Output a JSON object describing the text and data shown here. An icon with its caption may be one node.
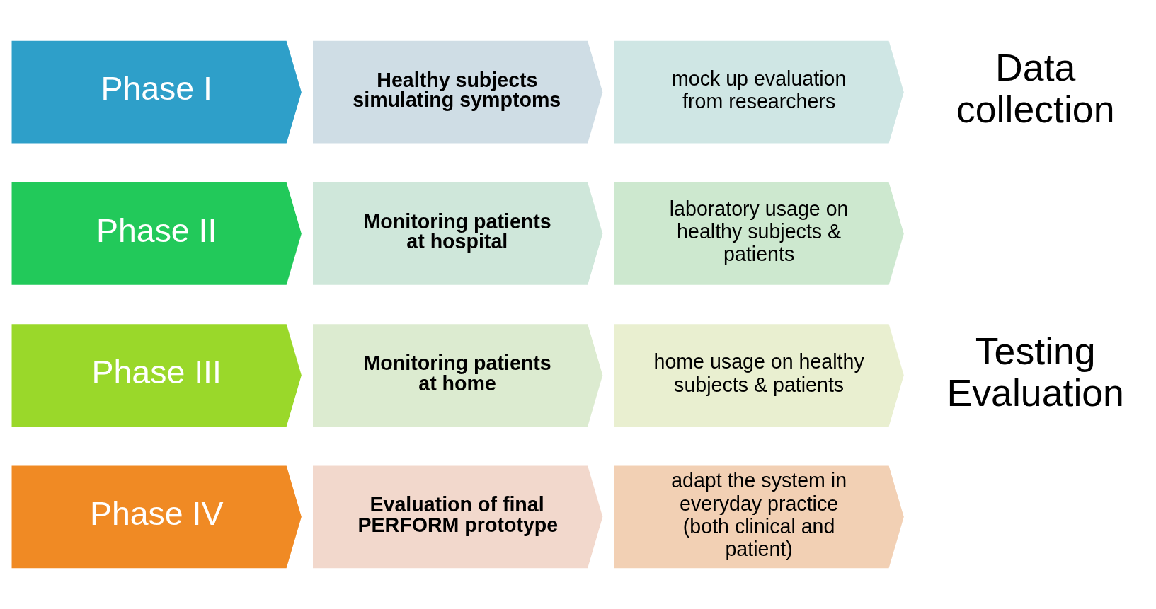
{
  "diagram": {
    "nodes": [
      {
        "text": [
          "Phase I"
        ]
      },
      {
        "text": [
          "Healthy subjects simulating symptoms"
        ]
      },
      {
        "text": [
          "mock up evaluation from researchers"
        ]
      },
      {
        "text": [
          "Phase II"
        ]
      },
      {
        "text": [
          "Monitoring patients at hospital"
        ]
      },
      {
        "text": [
          "laboratory usage on healthy subjects & patients"
        ]
      },
      {
        "text": [
          "Phase III"
        ]
      },
      {
        "text": [
          "Monitoring patients at home"
        ]
      },
      {
        "text": [
          "home usage on healthy subjects & patients"
        ]
      },
      {
        "text": [
          "Phase IV"
        ]
      },
      {
        "text": [
          "Evaluation of final PERFORM prototype"
        ]
      },
      {
        "text": [
          "adapt the system in everyday practice (both clinical and patient)"
        ]
      }
    ],
    "labels": [
      "Data collection",
      "Testing Evaluation"
    ]
  }
}
